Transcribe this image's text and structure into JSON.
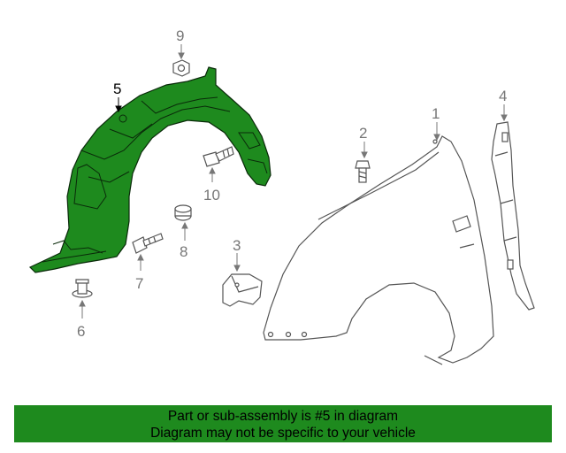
{
  "diagram": {
    "highlight_color": "#1e8a1e",
    "highlighted_part": "5",
    "callouts": {
      "c1": "1",
      "c2": "2",
      "c3": "3",
      "c4": "4",
      "c5": "5",
      "c6": "6",
      "c7": "7",
      "c8": "8",
      "c9": "9",
      "c10": "10"
    },
    "parts": {
      "p1": "fender-panel",
      "p2": "bolt",
      "p3": "bracket",
      "p4": "fender-support",
      "p5": "fender-liner",
      "p6": "push-clip",
      "p7": "screw",
      "p8": "nut",
      "p9": "nut",
      "p10": "bolt"
    }
  },
  "banner": {
    "line1": "Part or sub-assembly is #5 in diagram",
    "line2": "Diagram may not be specific to your vehicle"
  }
}
